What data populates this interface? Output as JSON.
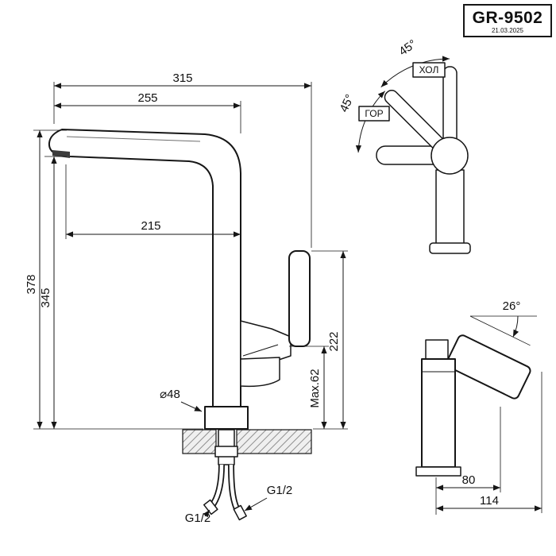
{
  "title_block": {
    "model": "GR-9502",
    "date": "21.03.2025"
  },
  "front_view": {
    "dim_total_width": "315",
    "dim_spout_reach": "255",
    "dim_spout_inner": "215",
    "dim_total_height": "378",
    "dim_spout_height": "345",
    "dim_body_height": "222",
    "dim_max_depth": "Max.62",
    "dim_base_diameter": "⌀48",
    "thread_side": "G1/2",
    "thread_bottom": "G1/2"
  },
  "top_view": {
    "angle_outer": "45°",
    "angle_inner": "45°",
    "cold_label": "ХОЛ",
    "hot_label": "ГОР"
  },
  "side_view": {
    "handle_angle": "26°",
    "dim_body_depth": "80",
    "dim_total_depth": "114"
  }
}
